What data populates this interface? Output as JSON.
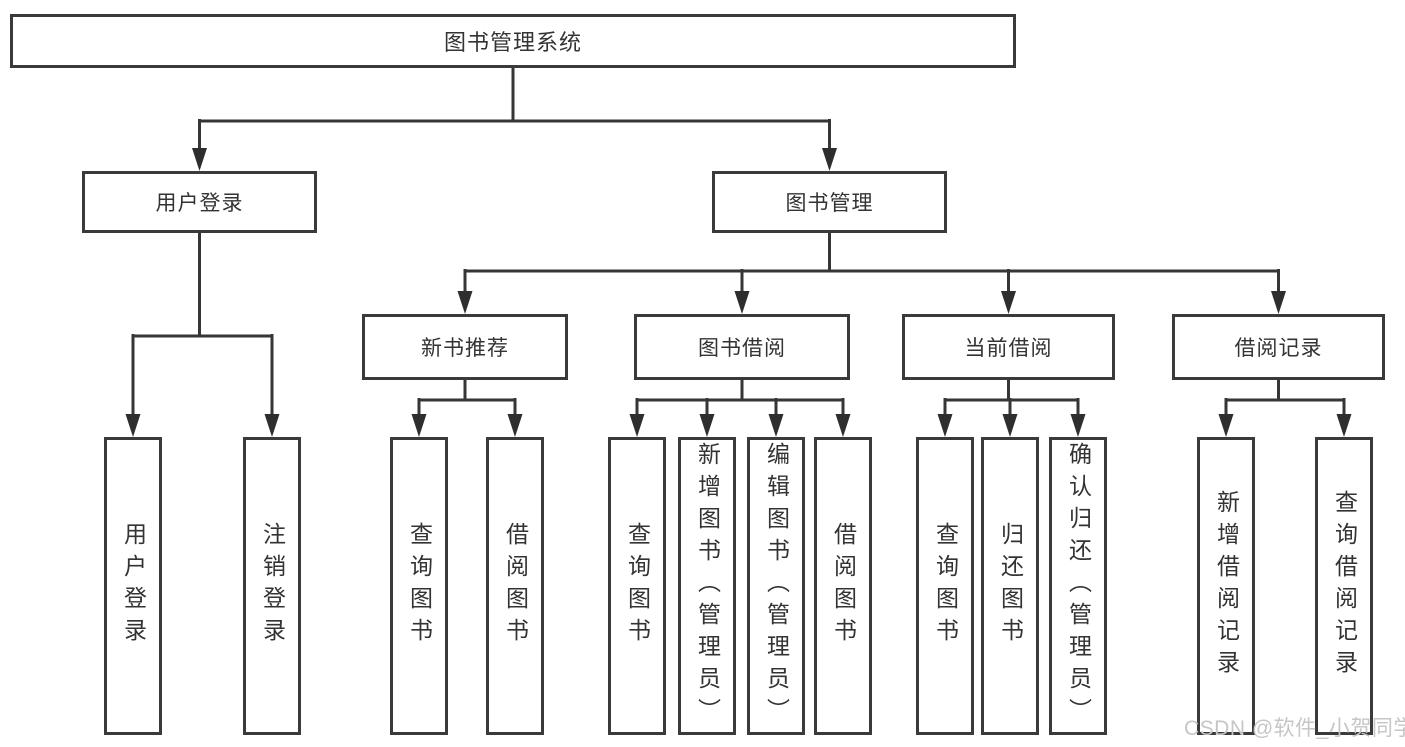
{
  "diagram": {
    "root": {
      "label": "图书管理系统"
    },
    "branches": [
      {
        "label": "用户登录",
        "children": [
          {
            "label": "用户登录"
          },
          {
            "label": "注销登录"
          }
        ]
      },
      {
        "label": "图书管理",
        "children": [
          {
            "label": "新书推荐",
            "children": [
              {
                "label": "查询图书"
              },
              {
                "label": "借阅图书"
              }
            ]
          },
          {
            "label": "图书借阅",
            "children": [
              {
                "label": "查询图书"
              },
              {
                "label": "新增图书（管理员）"
              },
              {
                "label": "编辑图书（管理员）"
              },
              {
                "label": "借阅图书"
              }
            ]
          },
          {
            "label": "当前借阅",
            "children": [
              {
                "label": "查询图书"
              },
              {
                "label": "归还图书"
              },
              {
                "label": "确认归还（管理员）"
              }
            ]
          },
          {
            "label": "借阅记录",
            "children": [
              {
                "label": "新增借阅记录"
              },
              {
                "label": "查询借阅记录"
              }
            ]
          }
        ]
      }
    ]
  },
  "watermark": {
    "text": "CSDN @软件_小贺同学"
  },
  "colors": {
    "line": "#363636",
    "border": "#3a3a3a",
    "text": "#333333",
    "arrowhead": "#2e2e2e",
    "watermark": "#c6c6c6",
    "background": "#ffffff"
  }
}
